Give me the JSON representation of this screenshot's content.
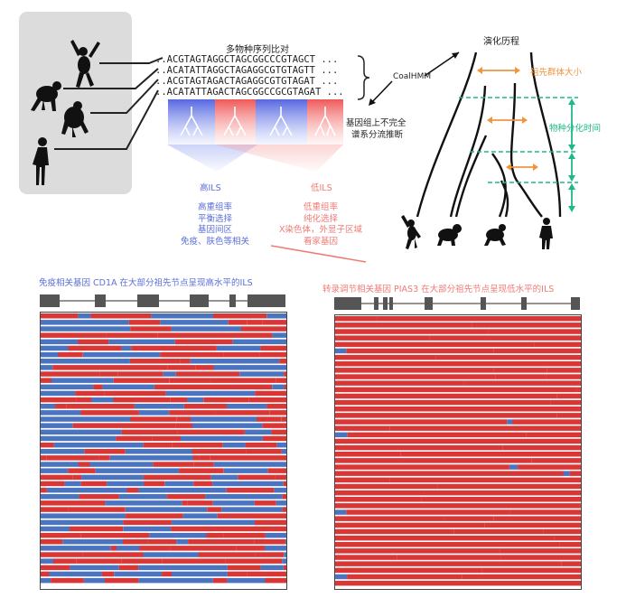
{
  "top": {
    "align_title": "多物种序列比对",
    "sequences": [
      "..ACGTAGTAGGCTAGCGGCCCGTAGCT ...",
      "..ACATATTAGGCTAGAGGCGTGTAGTT ...",
      "..ACGTAGTAGACTAGAGGCGTGTAGAT ...",
      "..ACATATTAGACTAGCGGCCGCGTAGAT ..."
    ],
    "coalhmm": "CoalHMM",
    "incomplete_line1": "基因组上不完全",
    "incomplete_line2": "谱系分流推断",
    "high_ils": "高ILS",
    "low_ils": "低ILS",
    "high_list": [
      "高重组率",
      "平衡选择",
      "基因间区",
      "免疫、肤色等相关"
    ],
    "low_list": [
      "低重组率",
      "纯化选择",
      "X染色体，外显子区域",
      "看家基因"
    ],
    "evo_title": "演化历程",
    "pop_size": "祖先群体大小",
    "split_time": "物种分化时间"
  },
  "bottom": {
    "left_caption": "免疫相关基因 CD1A 在大部分祖先节点呈现高水平的ILS",
    "right_caption": "转录调节相关基因 PIAS3 在大部分祖先节点呈现低水平的ILS"
  },
  "colors": {
    "blue": "#4a73c0",
    "red": "#d93636",
    "ils_blue": "#5b6fd6",
    "ils_red": "#f07a74",
    "orange": "#ee9540",
    "green": "#1fb88a"
  }
}
